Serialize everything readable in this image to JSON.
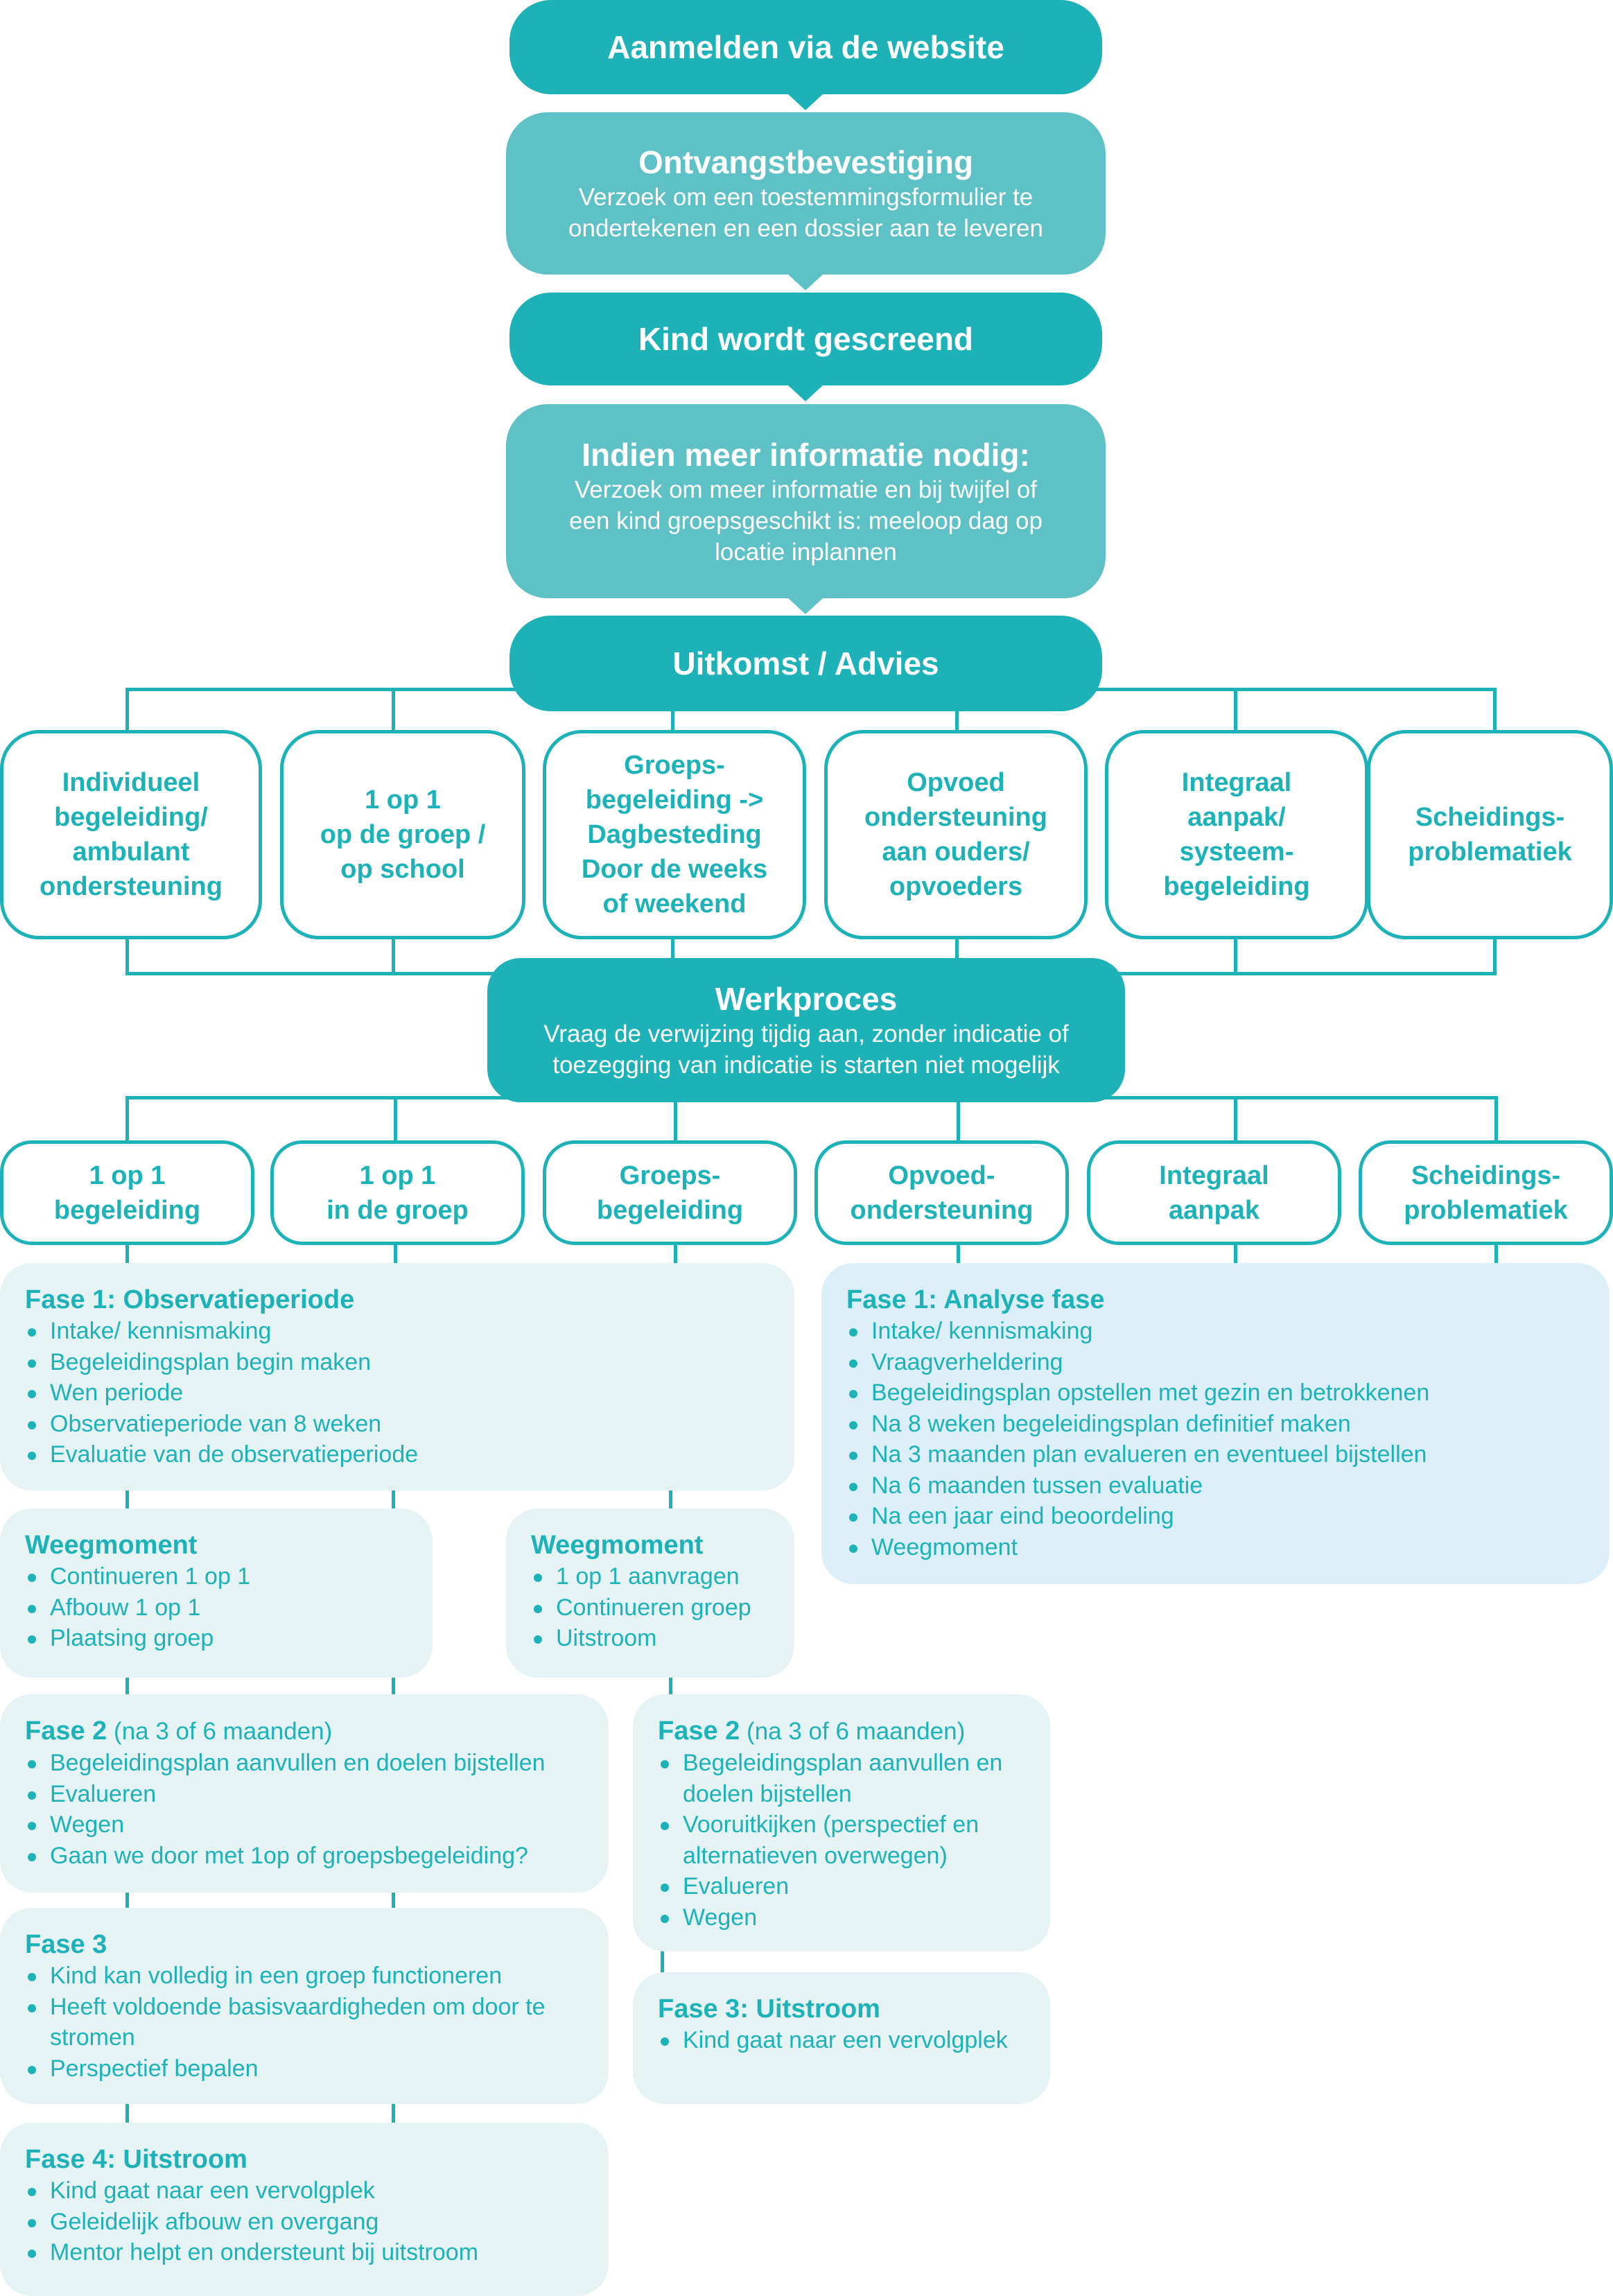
{
  "colors": {
    "primary": "#1cb2b7",
    "light_primary": "#5ec1c6",
    "panel_bg": "#e5f3f4",
    "panel_blue_bg": "#dceff9"
  },
  "intake": [
    {
      "title": "Aanmelden via de website",
      "subtitle": ""
    },
    {
      "title": "Ontvangstbevestiging",
      "subtitle": "Verzoek om een toestemmingsformulier te ondertekenen en een dossier aan te leveren"
    },
    {
      "title": "Kind wordt gescreend",
      "subtitle": ""
    },
    {
      "title": "Indien meer informatie nodig:",
      "subtitle": "Verzoek om meer informatie en bij twijfel of een kind groepsgeschikt is: meeloop dag op locatie inplannen"
    },
    {
      "title": "Uitkomst / Advies",
      "subtitle": ""
    }
  ],
  "advies_options": [
    "Individueel\nbegeleiding/\nambulant\nondersteuning",
    "1 op 1\nop de groep /\nop school",
    "Groeps-\nbegeleiding ->\nDagbesteding\nDoor de weeks\nof weekend",
    "Opvoed\nondersteuning\naan ouders/\nopvoeders",
    "Integraal\naanpak/\nsysteem-\nbegeleiding",
    "Scheidings-\nproblematiek"
  ],
  "werkproces": {
    "title": "Werkproces",
    "subtitle": "Vraag de verwijzing tijdig aan, zonder indicatie of toezegging van indicatie is starten niet mogelijk"
  },
  "tracks": [
    "1 op 1\nbegeleiding",
    "1 op 1\nin de groep",
    "Groeps-\nbegeleiding",
    "Opvoed-\nondersteuning",
    "Integraal\naanpak",
    "Scheidings-\nproblematiek"
  ],
  "panels": {
    "fase1_left": {
      "title": "Fase 1: Observatieperiode",
      "note": "",
      "items": [
        "Intake/ kennismaking",
        "Begeleidingsplan begin maken",
        "Wen periode",
        "Observatieperiode van 8 weken",
        "Evaluatie van de observatieperiode"
      ]
    },
    "fase1_right": {
      "title": "Fase 1: Analyse fase",
      "note": "",
      "items": [
        "Intake/ kennismaking",
        "Vraagverheldering",
        "Begeleidingsplan opstellen met gezin en betrokkenen",
        "Na 8 weken begeleidingsplan definitief maken",
        "Na 3 maanden plan evalueren en eventueel bijstellen",
        "Na 6 maanden tussen evaluatie",
        "Na een jaar eind beoordeling",
        "Weegmoment"
      ]
    },
    "weeg_left": {
      "title": "Weegmoment",
      "note": "",
      "items": [
        "Continueren 1 op 1",
        "Afbouw 1 op 1",
        "Plaatsing groep"
      ]
    },
    "weeg_right": {
      "title": "Weegmoment",
      "note": "",
      "items": [
        "1 op 1 aanvragen",
        "Continueren groep",
        "Uitstroom"
      ]
    },
    "fase2_left": {
      "title": "Fase 2",
      "note": " (na 3 of 6 maanden)",
      "items": [
        "Begeleidingsplan aanvullen en doelen bijstellen",
        "Evalueren",
        "Wegen",
        "Gaan we door met 1op of groepsbegeleiding?"
      ]
    },
    "fase2_right": {
      "title": "Fase 2",
      "note": " (na 3 of 6 maanden)",
      "items": [
        "Begeleidingsplan aanvullen en doelen bijstellen",
        "Vooruitkijken (perspectief en alternatieven overwegen)",
        "Evalueren",
        "Wegen"
      ]
    },
    "fase3_left": {
      "title": "Fase 3",
      "note": "",
      "items": [
        "Kind kan volledig in een groep functioneren",
        "Heeft voldoende basisvaardigheden om door te stromen",
        "Perspectief bepalen"
      ]
    },
    "fase3_right": {
      "title": "Fase 3: Uitstroom",
      "note": "",
      "items": [
        "Kind gaat naar een vervolgplek"
      ]
    },
    "fase4_left": {
      "title": "Fase 4: Uitstroom",
      "note": "",
      "items": [
        "Kind gaat naar een vervolgplek",
        "Geleidelijk afbouw en overgang",
        "Mentor helpt en ondersteunt bij uitstroom"
      ]
    }
  }
}
